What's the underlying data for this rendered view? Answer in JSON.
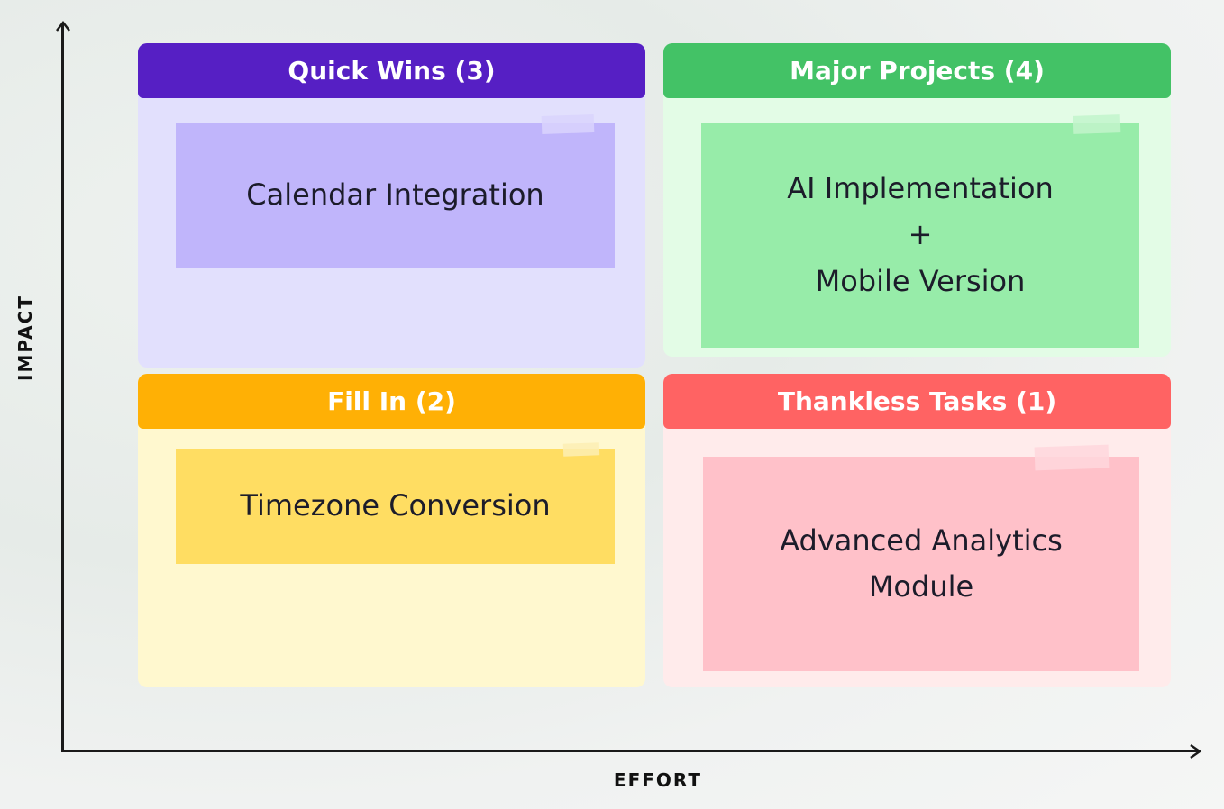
{
  "axes": {
    "y_label": "IMPACT",
    "x_label": "EFFORT"
  },
  "quadrants": [
    {
      "id": "quick-wins",
      "title": "Quick Wins (3)",
      "header_color": "#561fc4",
      "bg_color": "#e2e0fd",
      "note_color": "#c0b5fb",
      "tape_color": "#d9d3fd",
      "note_lines": [
        "Calendar Integration"
      ]
    },
    {
      "id": "major-projects",
      "title": "Major Projects (4)",
      "header_color": "#43c266",
      "bg_color": "#e3fce6",
      "note_color": "#97eca9",
      "tape_color": "#c2f4cb",
      "note_lines": [
        "AI Implementation",
        "+",
        "Mobile Version"
      ]
    },
    {
      "id": "fill-in",
      "title": "Fill In (2)",
      "header_color": "#ffb005",
      "bg_color": "#fff8cf",
      "note_color": "#ffdd62",
      "tape_color": "#fdefb4",
      "note_lines": [
        "Timezone Conversion"
      ]
    },
    {
      "id": "thankless-tasks",
      "title": "Thankless Tasks (1)",
      "header_color": "#ff6363",
      "bg_color": "#ffebeb",
      "note_color": "#ffc1c9",
      "tape_color": "#ffd7dd",
      "note_lines": [
        "Advanced Analytics",
        "Module"
      ]
    }
  ]
}
